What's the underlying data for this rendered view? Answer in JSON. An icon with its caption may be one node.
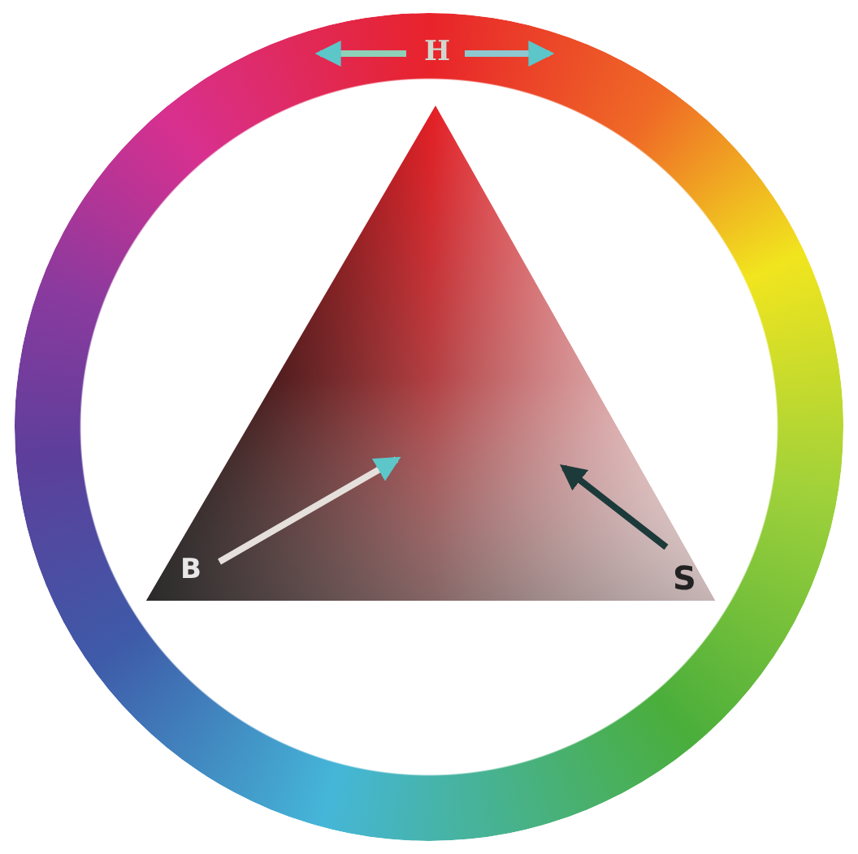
{
  "diagram": {
    "labels": [
      "H",
      "B",
      "S"
    ]
  }
}
